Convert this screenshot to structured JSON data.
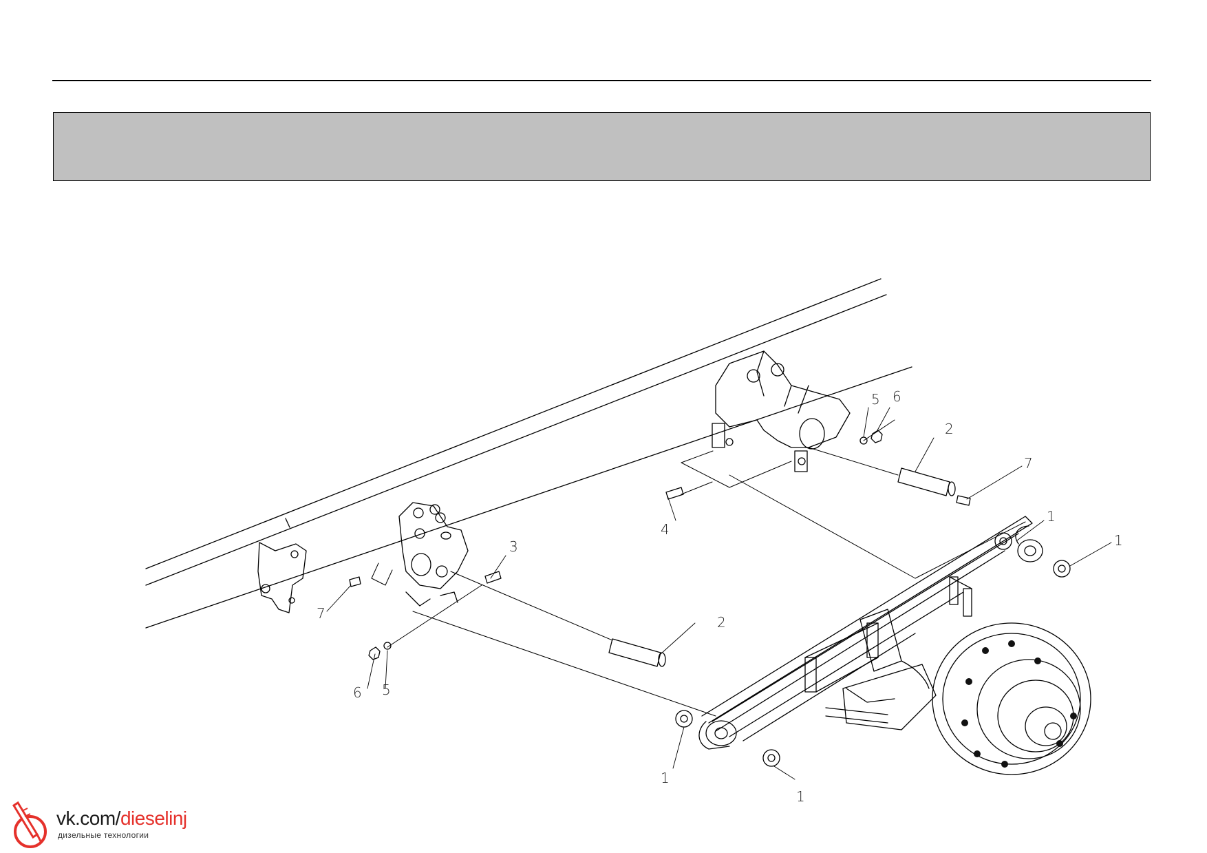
{
  "callouts": {
    "c1a": "1",
    "c1b": "1",
    "c1c": "1",
    "c1d": "1",
    "c2a": "2",
    "c2b": "2",
    "c3": "3",
    "c4": "4",
    "c5a": "5",
    "c5b": "5",
    "c6a": "6",
    "c6b": "6",
    "c7a": "7",
    "c7b": "7"
  },
  "watermark": {
    "url_prefix": "vk.com/",
    "url_accent": "dieselinj",
    "subtitle": "дизельные технологии",
    "icon": "injector-logo-icon",
    "accent_color": "#e5312b"
  },
  "colors": {
    "header_band": "#c0c0c0",
    "line": "#000000"
  }
}
